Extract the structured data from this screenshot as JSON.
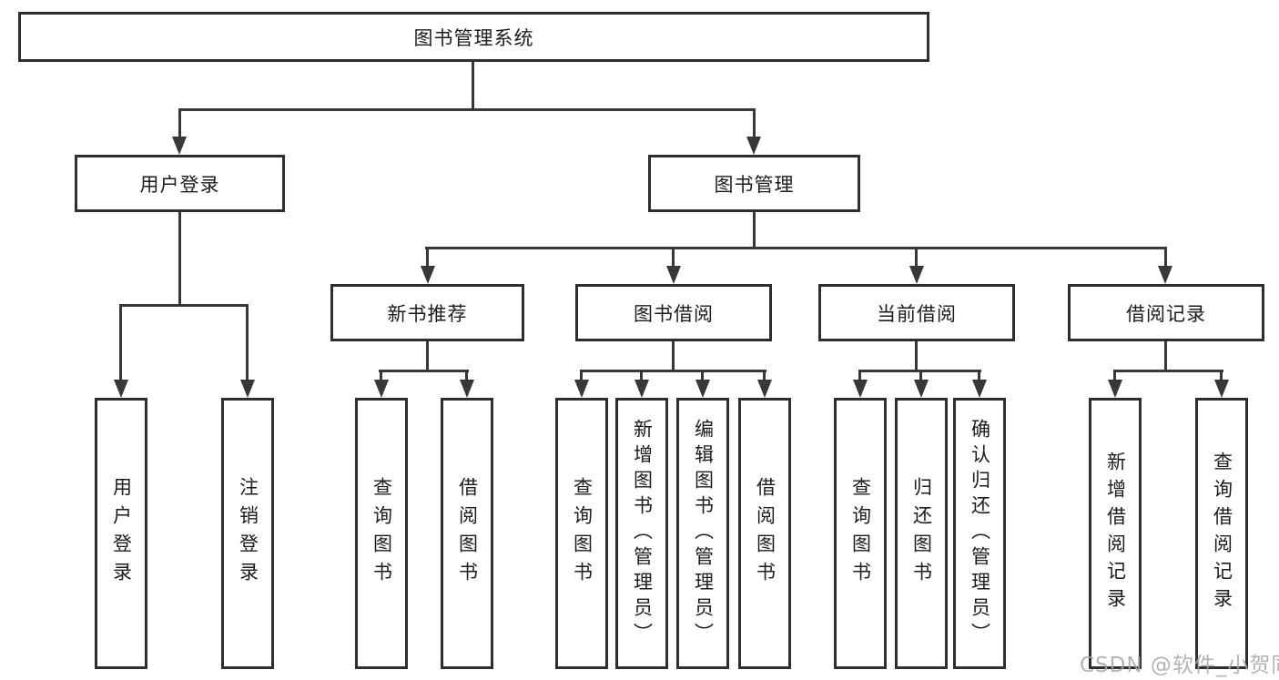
{
  "diagram": {
    "root": "图书管理系统",
    "level2": [
      {
        "label": "用户登录"
      },
      {
        "label": "图书管理"
      }
    ],
    "level3": [
      {
        "label": "新书推荐"
      },
      {
        "label": "图书借阅"
      },
      {
        "label": "当前借阅"
      },
      {
        "label": "借阅记录"
      }
    ],
    "leaves": {
      "user_login": [
        "用户登录",
        "注销登录"
      ],
      "new_book_rec": [
        "查询图书",
        "借阅图书"
      ],
      "book_borrow": [
        "查询图书",
        "新增图书（管理员）",
        "编辑图书（管理员）",
        "借阅图书"
      ],
      "current_borrow": [
        "查询图书",
        "归还图书",
        "确认归还（管理员）"
      ],
      "borrow_records": [
        "新增借阅记录",
        "查询借阅记录"
      ]
    }
  },
  "watermark": "CSDN @软件_小贺同学",
  "colors": {
    "background": "#ffffff",
    "box_fill": "#ffffff",
    "box_border": "#2e2e2e",
    "line": "#383838",
    "text": "#1c1c1c",
    "watermark": "#a6a6a6"
  }
}
